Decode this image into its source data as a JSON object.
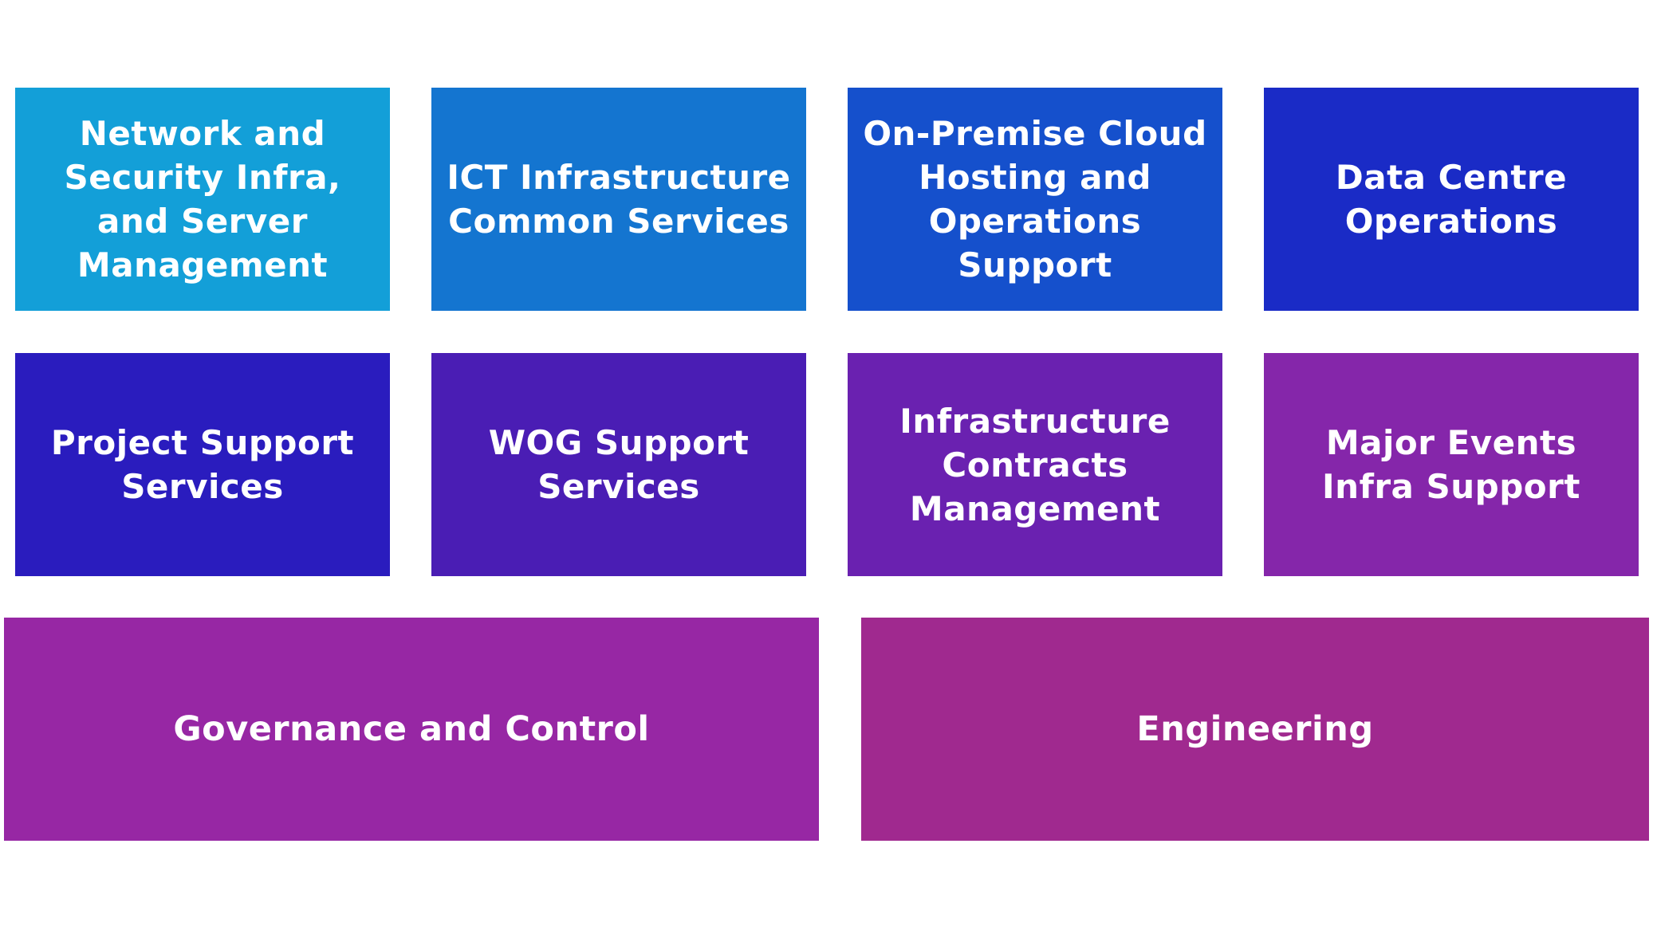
{
  "tiles": [
    {
      "label": "Network and Security Infra, and Server Management",
      "color": "#139FD8"
    },
    {
      "label": "ICT Infrastructure Common Services",
      "color": "#1475D0"
    },
    {
      "label": "On-Premise Cloud Hosting and Operations Support",
      "color": "#1550CC"
    },
    {
      "label": "Data Centre Operations",
      "color": "#1A2BC6"
    },
    {
      "label": "Project Support Services",
      "color": "#2A1CBE"
    },
    {
      "label": "WOG Support Services",
      "color": "#4A1DB4"
    },
    {
      "label": "Infrastructure Contracts Management",
      "color": "#6A21B0"
    },
    {
      "label": "Major Events Infra Support",
      "color": "#8526AA"
    },
    {
      "label": "Governance and Control",
      "color": "#9727A4"
    },
    {
      "label": "Engineering",
      "color": "#A0298F"
    }
  ]
}
